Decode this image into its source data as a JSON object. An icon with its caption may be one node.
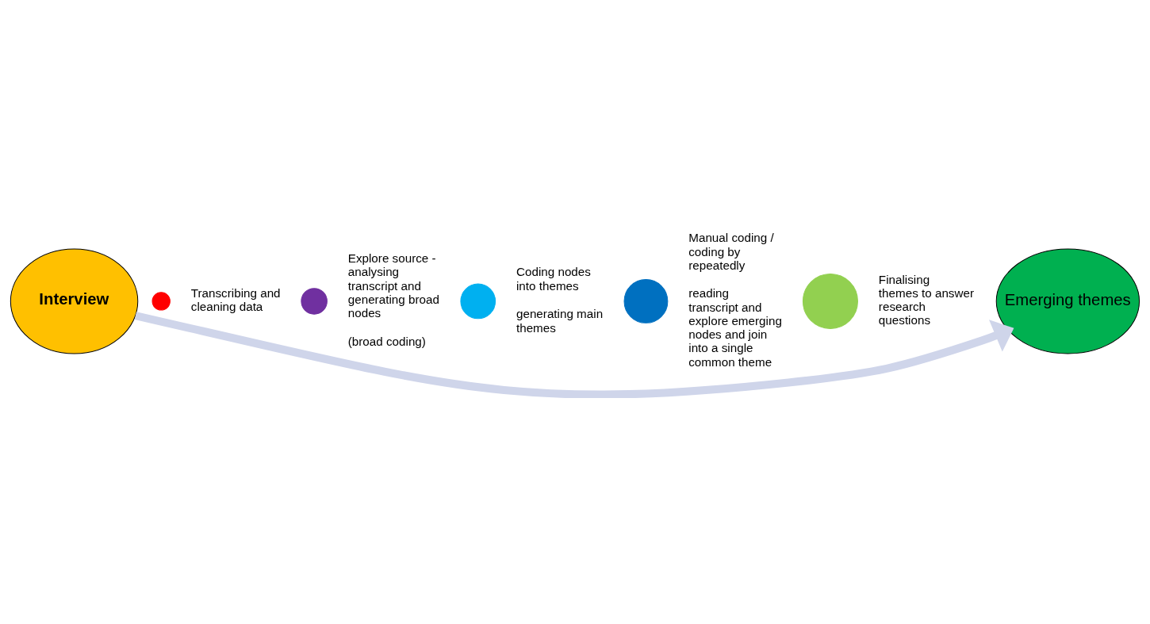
{
  "diagram": {
    "nodes": [
      {
        "text": [
          "Interview"
        ]
      },
      {
        "text": [],
        "shape": "circle",
        "beside": [
          "Transcribing and cleaning data"
        ]
      },
      {
        "text": [],
        "shape": "circle",
        "beside": [
          "Explore source - analysing transcript and generating broad nodes",
          "(broad coding)"
        ]
      },
      {
        "text": [],
        "shape": "circle",
        "beside": [
          "Coding nodes into themes",
          "generating main themes"
        ]
      },
      {
        "text": [],
        "shape": "circle",
        "beside": [
          "Manual coding / coding by repeatedly",
          "reading transcript and explore emerging nodes and join into a single common theme"
        ]
      },
      {
        "text": [],
        "shape": "circle",
        "beside": [
          "Finalising themes to answer research questions"
        ]
      },
      {
        "text": [
          "Emerging themes"
        ]
      }
    ],
    "edges": [
      {
        "from": 0,
        "to": 6,
        "arrow": "to",
        "color": "#cfd5ea"
      }
    ]
  }
}
